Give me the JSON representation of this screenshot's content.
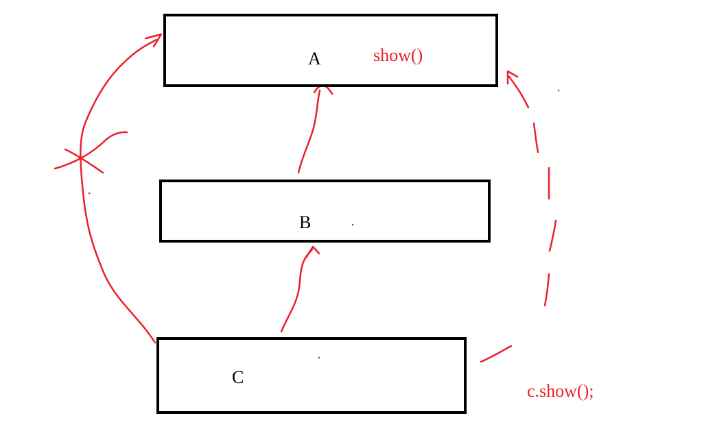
{
  "colors": {
    "stroke": "#000000",
    "annotation": "#e8212b"
  },
  "boxes": {
    "a": {
      "label": "A"
    },
    "b": {
      "label": "B"
    },
    "c": {
      "label": "C"
    }
  },
  "annotations": {
    "method_in_a": "show()",
    "call": "c.show();"
  }
}
